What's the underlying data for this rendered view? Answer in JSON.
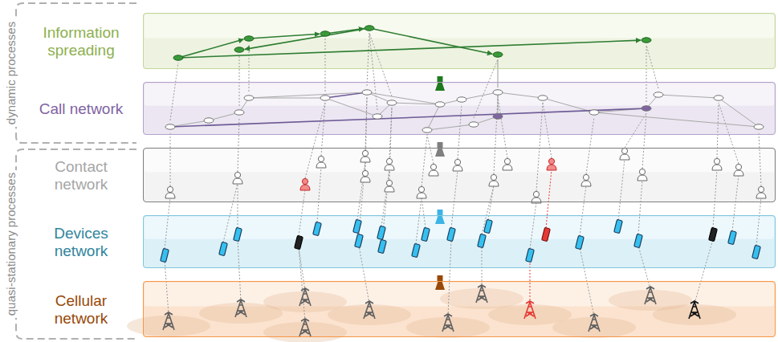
{
  "diagram": {
    "nodes": [
      {
        "text": [
          "Information spreading"
        ]
      },
      {
        "text": [
          "Call network"
        ]
      },
      {
        "text": [
          "Contact network"
        ]
      },
      {
        "text": [
          "Devices network"
        ]
      },
      {
        "text": [
          "Cellular network"
        ]
      }
    ],
    "edges": [
      {
        "from": 4,
        "to": 3,
        "arrow": "to"
      },
      {
        "from": 3,
        "to": 2,
        "arrow": "to"
      },
      {
        "from": 2,
        "to": 1,
        "arrow": "to"
      },
      {
        "from": 1,
        "to": 0,
        "arrow": "to"
      }
    ],
    "labels": [
      "dynamic processes",
      "quasi-stationary processes"
    ]
  }
}
